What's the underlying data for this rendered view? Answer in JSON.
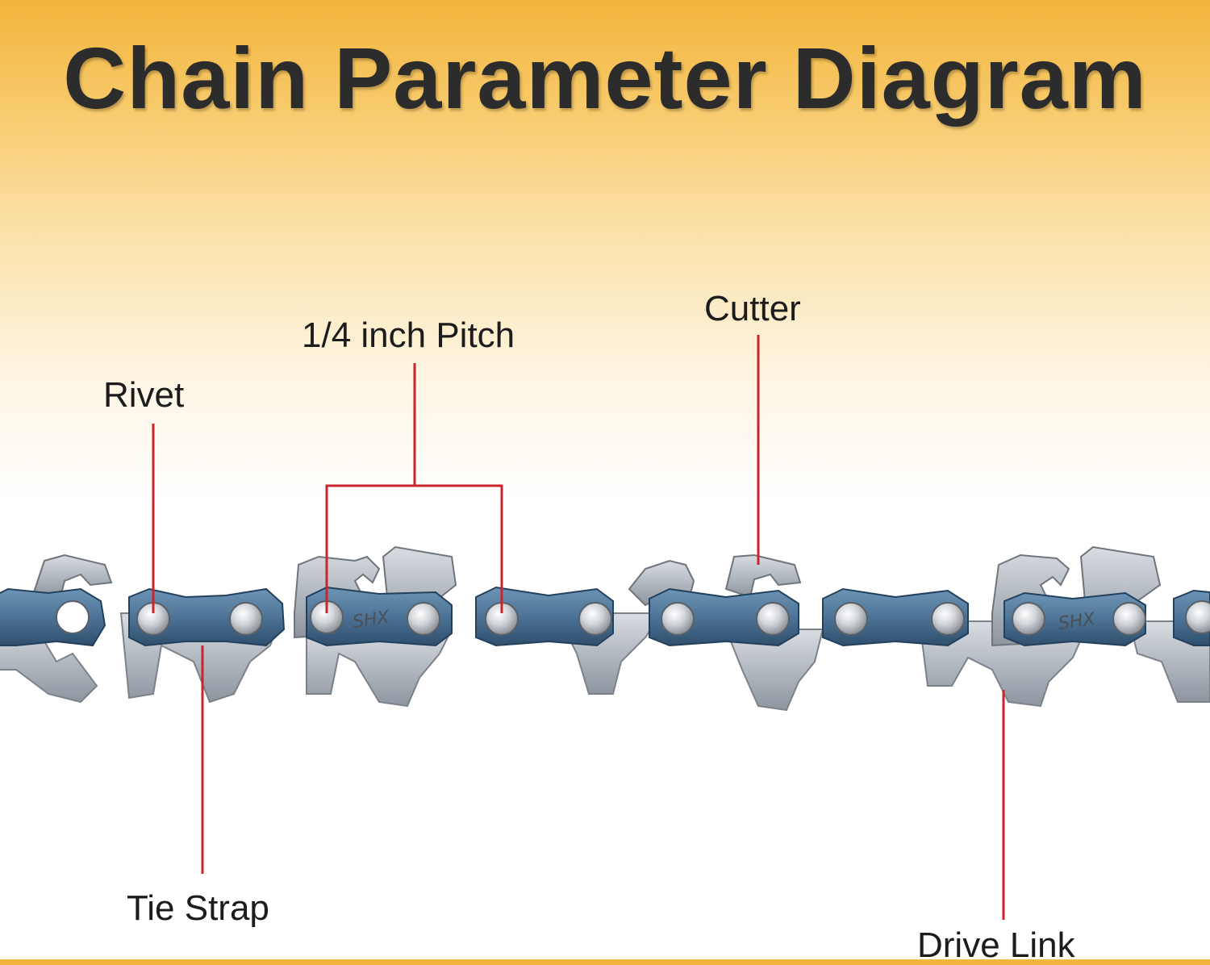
{
  "title": "Chain Parameter Diagram",
  "labels": {
    "rivet": "Rivet",
    "pitch": "1/4 inch Pitch",
    "cutter": "Cutter",
    "tie_strap": "Tie Strap",
    "drive_link": "Drive Link"
  },
  "chain": {
    "brand_mark": "SHX"
  },
  "colors": {
    "leader_line": "#c8252d",
    "side_plate": "#4d7396",
    "cutter_steel": "#b6bcc4",
    "background_top": "#f3b43c"
  }
}
